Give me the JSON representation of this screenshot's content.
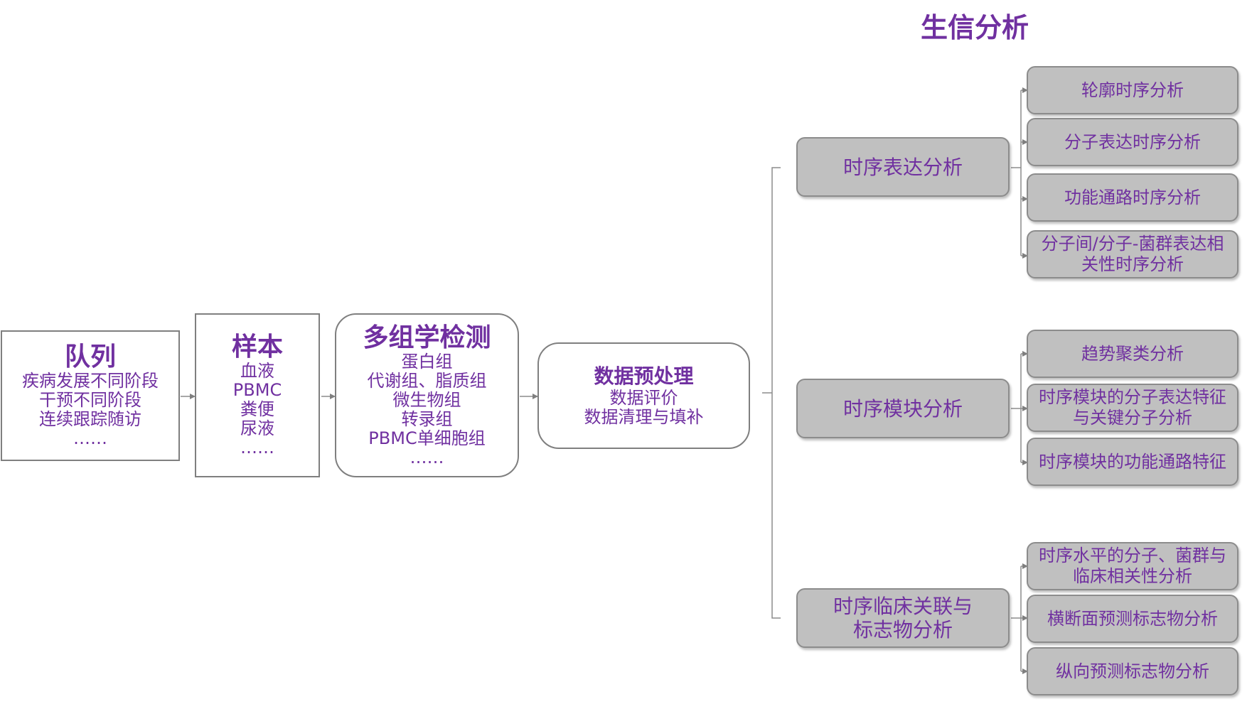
{
  "header": {
    "title": "生信分析"
  },
  "cohort": {
    "title": "队列",
    "items": [
      "疾病发展不同阶段",
      "干预不同阶段",
      "连续跟踪随访",
      "……"
    ]
  },
  "sample": {
    "title": "样本",
    "items": [
      "血液",
      "PBMC",
      "粪便",
      "尿液",
      "……"
    ]
  },
  "omics": {
    "title": "多组学检测",
    "items": [
      "蛋白组",
      "代谢组、脂质组",
      "微生物组",
      "转录组",
      "PBMC单细胞组",
      "……"
    ]
  },
  "preprocess": {
    "title": "数据预处理",
    "items": [
      "数据评价",
      "数据清理与填补"
    ]
  },
  "analyses": [
    {
      "label": "时序表达分析",
      "subs": [
        "轮廓时序分析",
        "分子表达时序分析",
        "功能通路时序分析",
        "分子间/分子-菌群表达相关性时序分析"
      ]
    },
    {
      "label": "时序模块分析",
      "subs": [
        "趋势聚类分析",
        "时序模块的分子表达特征与关键分子分析",
        "时序模块的功能通路特征"
      ]
    },
    {
      "label": "时序临床关联与标志物分析",
      "subs": [
        "时序水平的分子、菌群与临床相关性分析",
        "横断面预测标志物分析",
        "纵向预测标志物分析"
      ]
    }
  ],
  "colors": {
    "accent": "#7030A0",
    "box_fill": "#C0C0C0",
    "line": "#8C8C8C"
  }
}
